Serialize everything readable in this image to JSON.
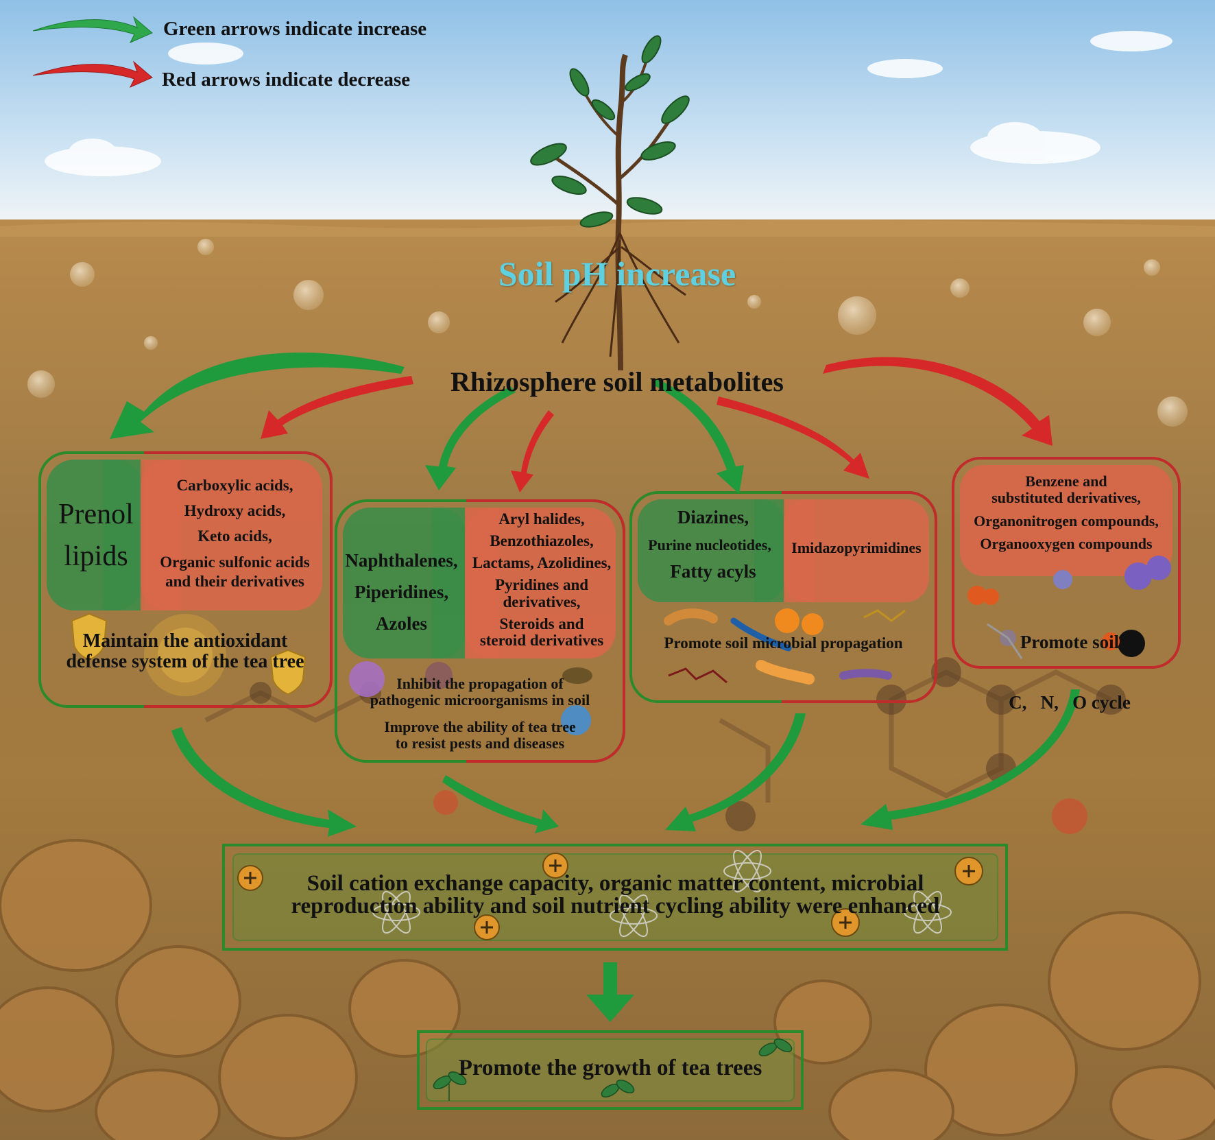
{
  "legend": {
    "increase": "Green arrows indicate increase",
    "decrease": "Red arrows indicate decrease"
  },
  "header": {
    "ph": "Soil pH increase",
    "metabolites": "Rhizosphere soil metabolites"
  },
  "box1": {
    "green_lines": [
      "Prenol",
      "lipids"
    ],
    "red_lines": [
      "Carboxylic acids,",
      "Hydroxy acids,",
      "Keto acids,",
      "Organic sulfonic acids",
      "and their derivatives"
    ],
    "effect": [
      "Maintain the antioxidant",
      "defense system of the tea tree"
    ]
  },
  "box2": {
    "green_lines": [
      "Naphthalenes,",
      "Piperidines,",
      "Azoles"
    ],
    "red_lines": [
      "Aryl halides,",
      "Benzothiazoles,",
      "Lactams, Azolidines,",
      "Pyridines and",
      "derivatives,",
      "Steroids and",
      "steroid derivatives"
    ],
    "effect1": [
      "Inhibit the propagation of",
      "pathogenic microorganisms in soil"
    ],
    "effect2": [
      "Improve the ability of tea tree",
      "to resist pests and diseases"
    ]
  },
  "box3": {
    "green_lines": [
      "Diazines,",
      "Purine nucleotides,",
      "Fatty acyls"
    ],
    "red_lines": [
      "Imidazopyrimidines"
    ],
    "effect": [
      "Promote soil microbial propagation"
    ]
  },
  "box4": {
    "red_lines": [
      "Benzene and",
      "substituted derivatives,",
      "Organonitrogen compounds,",
      "Organooxygen compounds"
    ],
    "effect": [
      "Promote soil",
      "C,   N,   O cycle"
    ]
  },
  "summary": [
    "Soil cation exchange capacity, organic matter content, microbial",
    "reproduction ability and soil nutrient cycling ability were enhanced"
  ],
  "final": "Promote the growth of tea trees",
  "colors": {
    "increase": "#1f9a3c",
    "decrease": "#d62828",
    "title": "#5fd0e0"
  }
}
